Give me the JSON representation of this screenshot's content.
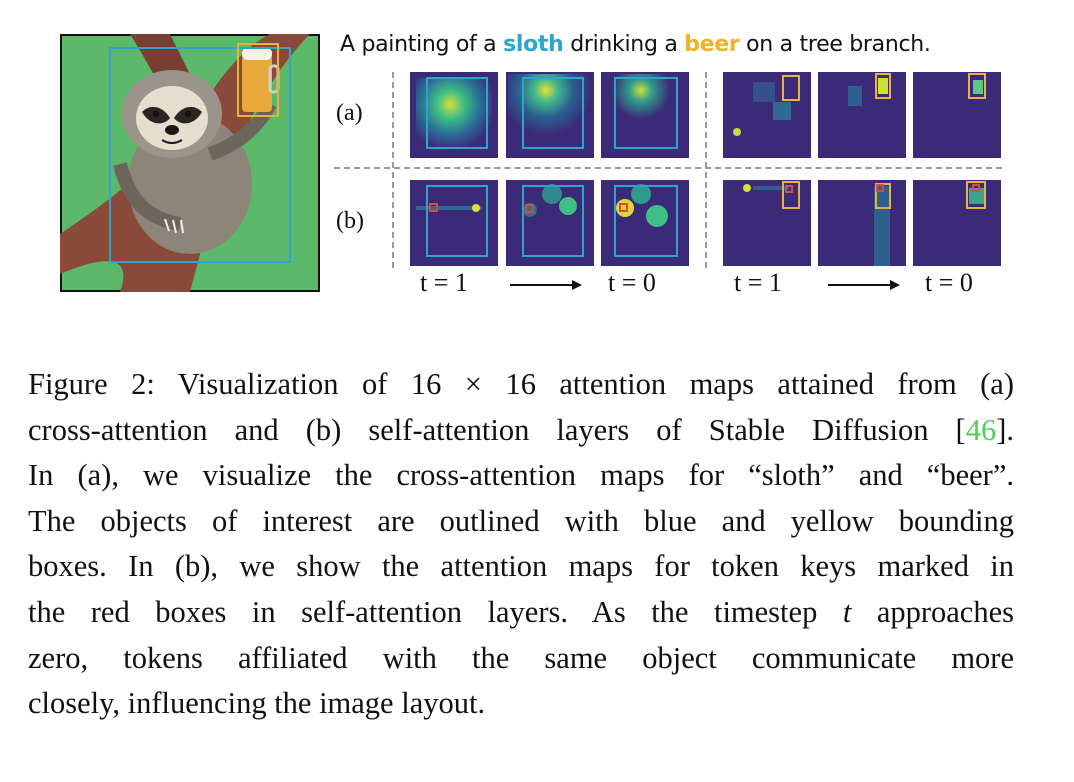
{
  "prompt": {
    "pre": "A painting of a ",
    "word1": "sloth",
    "mid": " drinking a ",
    "word2": "beer",
    "post": " on a tree branch."
  },
  "row_labels": {
    "a": "(a)",
    "b": "(b)"
  },
  "timestep_labels": {
    "t_start": "t = 1",
    "t_end": "t = 0"
  },
  "caption": {
    "l1": "Figure 2: Visualization of 16 × 16 attention maps attained from (a)",
    "l2_pre": "cross-attention and (b) self-attention layers of Stable Diffusion [",
    "l2_cite": "46",
    "l2_post": "].",
    "l3": "In (a), we visualize the cross-attention maps for “sloth” and “beer”.",
    "l4": "The objects of interest are outlined with blue and yellow bounding",
    "l5": "boxes. In (b), we show the attention maps for token keys marked in",
    "l6_pre": "the red boxes in self-attention layers. As the timestep ",
    "l6_var": "t",
    "l6_post": " approaches",
    "l7": "zero, tokens affiliated with the same object communicate more",
    "l8": "closely, influencing the image layout."
  },
  "colors": {
    "sloth_word": "#2aa6d0",
    "beer_word": "#f0b32a",
    "citation": "#4bd05a",
    "map_background": "#3b2a78",
    "object_box_blue": "#2fa4c8",
    "object_box_yellow": "#e8b33a",
    "key_box_red": "#e0483c"
  }
}
